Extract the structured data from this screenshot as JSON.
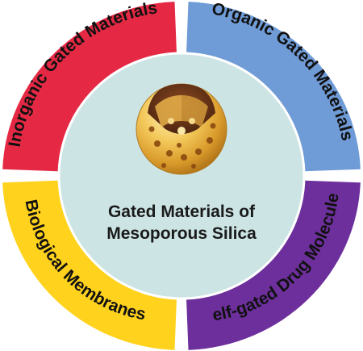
{
  "center": {
    "title_line1": "Gated Materials of",
    "title_line2": "Mesoporous Silica",
    "fill_color": "#cde4e4",
    "illustration": "mesoporous-silica-sphere"
  },
  "segments": [
    {
      "label": "Inorganic Gated Materials",
      "color": "#e52944",
      "position": "top-left"
    },
    {
      "label": "Organic Gated Materials",
      "color": "#6f9bd6",
      "position": "top-right"
    },
    {
      "label": "Self-gated Drug Molecules",
      "color": "#6d2f9c",
      "position": "bottom-right"
    },
    {
      "label": "Biological Membranes",
      "color": "#ffd21d",
      "position": "bottom-left"
    }
  ]
}
